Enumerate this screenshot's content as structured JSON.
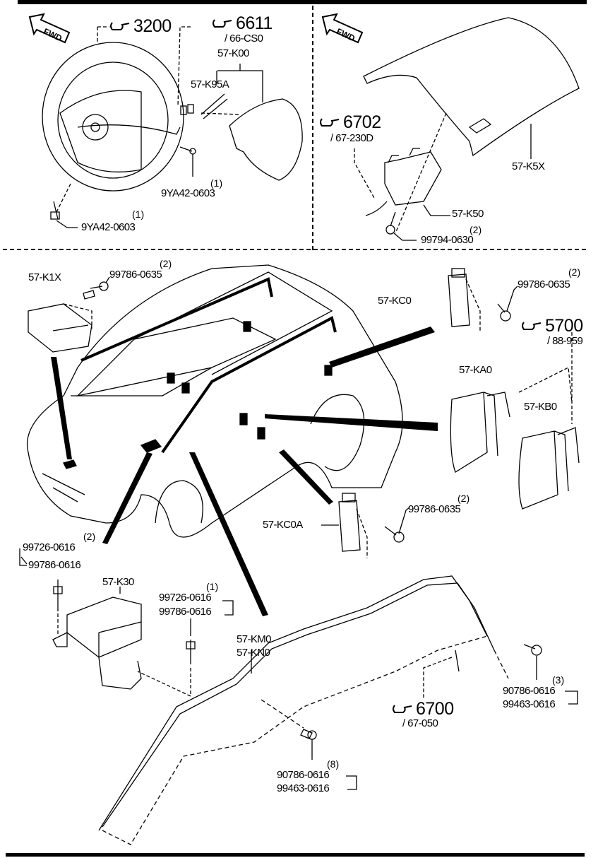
{
  "diagram": {
    "top_left": {
      "fwd": "FWD",
      "ref_3200": {
        "icon": "pointing-hand-icon",
        "number": "3200"
      },
      "ref_6611": {
        "icon": "pointing-hand-icon",
        "number": "6611",
        "sub": "/ 66-CS0"
      },
      "part_57K00": "57-K00",
      "part_57K95A": "57-K95A",
      "bolt_a": {
        "qty": "(1)",
        "number": "9YA42-0603"
      },
      "bolt_b": {
        "qty": "(1)",
        "number": "9YA42-0603"
      }
    },
    "top_right": {
      "fwd": "FWD",
      "ref_6702": {
        "icon": "pointing-hand-icon",
        "number": "6702",
        "sub": "/ 67-230D"
      },
      "part_57K5X": "57-K5X",
      "part_57K50": "57-K50",
      "bolt": {
        "qty": "(2)",
        "number": "99794-0630"
      }
    },
    "bottom": {
      "part_57K1X": "57-K1X",
      "bolt_k1x": {
        "qty": "(2)",
        "number": "99786-0635"
      },
      "part_57KC0": "57-KC0",
      "bolt_kc0": {
        "qty": "(2)",
        "number": "99786-0635"
      },
      "ref_5700": {
        "icon": "pointing-hand-icon",
        "number": "5700",
        "sub": "/ 88-959"
      },
      "part_57KA0": "57-KA0",
      "part_57KB0": "57-KB0",
      "part_57KC0A": "57-KC0A",
      "bolt_kc0a": {
        "qty": "(2)",
        "number": "99786-0635"
      },
      "bolt_k30_left": {
        "qty": "(2)",
        "number": "99726-0616",
        "alt": "99786-0616"
      },
      "part_57K30": "57-K30",
      "bolt_k30_right": {
        "qty": "(1)",
        "number": "99726-0616",
        "alt": "99786-0616"
      },
      "part_57KM0": "57-KM0",
      "part_57KN0": "57-KN0",
      "ref_6700": {
        "icon": "pointing-hand-icon",
        "number": "6700",
        "sub": "/ 67-050"
      },
      "bolt_curtain_rear": {
        "qty": "(3)",
        "number": "90786-0616",
        "alt": "99463-0616"
      },
      "bolt_curtain": {
        "qty": "(8)",
        "number": "90786-0616",
        "alt": "99463-0616"
      }
    }
  }
}
